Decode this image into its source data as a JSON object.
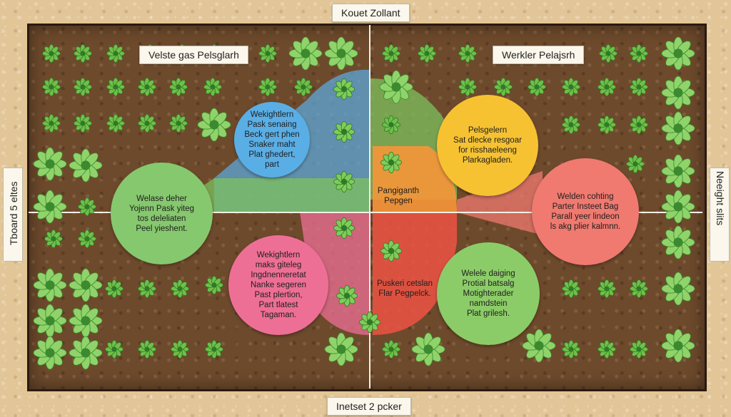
{
  "title_top": "Kouet Zollant",
  "title_bottom": "Inetset 2 pcker",
  "side_left": "Tboard 5 eltes",
  "side_right": "Neeight slits",
  "quadrant_labels": {
    "left": "Velste gas Pelsglarh",
    "right": "Werkler Pelajsrh"
  },
  "circles": [
    {
      "id": "c1",
      "text": "Wekightlern\nPask senaing\nBeck gert phen\nSnaker maht\nPlat ghedert,\npart",
      "color": "#5aaee6"
    },
    {
      "id": "c2",
      "text": "Welase deher\nYojenn Pask yiteg\ntos deleliaten\nPeel yieshent.",
      "color": "#86c86e"
    },
    {
      "id": "c3",
      "text": "Wekightlern\nmaks giteleg\nIngdnenneretat\nNanke segeren\nPast plertion,\nPart tlatest\nTagaman.",
      "color": "#ee6f96"
    },
    {
      "id": "c4",
      "text": "Pelsgelern\nSat dlecke resgoar\nfor risshaeleeng\nPlarkagladen.",
      "color": "#f6c232"
    },
    {
      "id": "c5",
      "text": "Pangiganth\nPepgen",
      "color": "#f6963a"
    },
    {
      "id": "c6",
      "text": "Puskeri cetslan\nFlar Pegpelck.",
      "color": "#ef5244"
    },
    {
      "id": "c7",
      "text": "Welden cohting\nParter Insteet Bag\nParall yeer lindeon\nls akg plier kalmnn.",
      "color": "#f07a70"
    },
    {
      "id": "c8",
      "text": "Welele daiging\nProtial batsalg\nMotighterader\nnamdstein\nPlat grilesh.",
      "color": "#8ccc68"
    }
  ]
}
